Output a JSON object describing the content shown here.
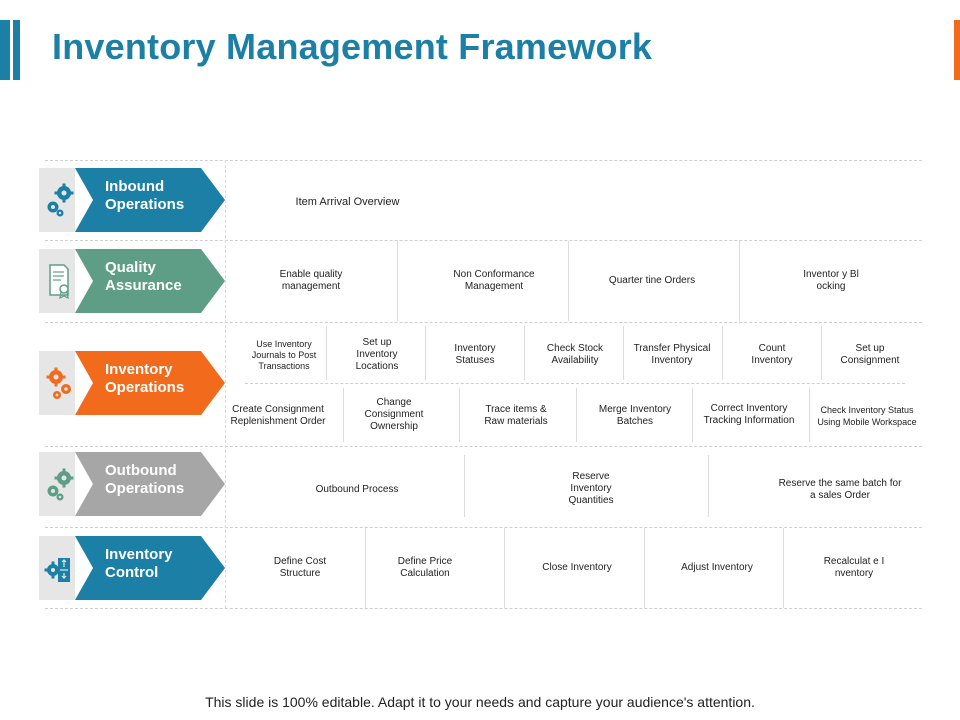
{
  "title": "Inventory Management Framework",
  "colors": {
    "blue": "#1b7fa6",
    "green": "#5e9e86",
    "orange": "#f26b1d",
    "gray": "#a6a6a6"
  },
  "rows": [
    {
      "label": "Inbound Operations",
      "color": "#1b7fa6",
      "icon": "gears-icon"
    },
    {
      "label": "Quality Assurance",
      "color": "#5e9e86",
      "icon": "certificate-icon"
    },
    {
      "label": "Inventory Operations",
      "color": "#f26b1d",
      "icon": "gears-icon"
    },
    {
      "label": "Outbound Operations",
      "color": "#a6a6a6",
      "icon": "gears-icon"
    },
    {
      "label": "Inventory Control",
      "color": "#1b7fa6",
      "icon": "gear-document-icon"
    }
  ],
  "inbound": [
    "Item Arrival Overview"
  ],
  "quality": [
    "Enable quality management",
    "Non Conformance Management",
    "Quarter tine Orders",
    "Inventor y Blocking"
  ],
  "operations_top": [
    "Use Inventory Journals to Post Transactions",
    "Set up Inventory Locations",
    "Inventory Statuses",
    "Check Stock Availability",
    "Transfer Physical Inventory",
    "Count Inventory",
    "Set up Consignment"
  ],
  "operations_bottom": [
    "Create Consignment Replenishment Order",
    "Change Consignment Ownership",
    "Trace items & Raw materials",
    "Merge Inventory Batches",
    "Correct Inventory Tracking Information",
    "Check Inventory Status Using Mobile Workspace"
  ],
  "outbound": [
    "Outbound Process",
    "Reserve Inventory Quantities",
    "Reserve the same batch for a sales Order"
  ],
  "control": [
    "Define Cost Structure",
    "Define Price Calculation",
    "Close Inventory",
    "Adjust Inventory",
    "Recalculat e Inventory"
  ],
  "footer": "This slide is 100% editable. Adapt it to your needs and capture your audience's attention."
}
